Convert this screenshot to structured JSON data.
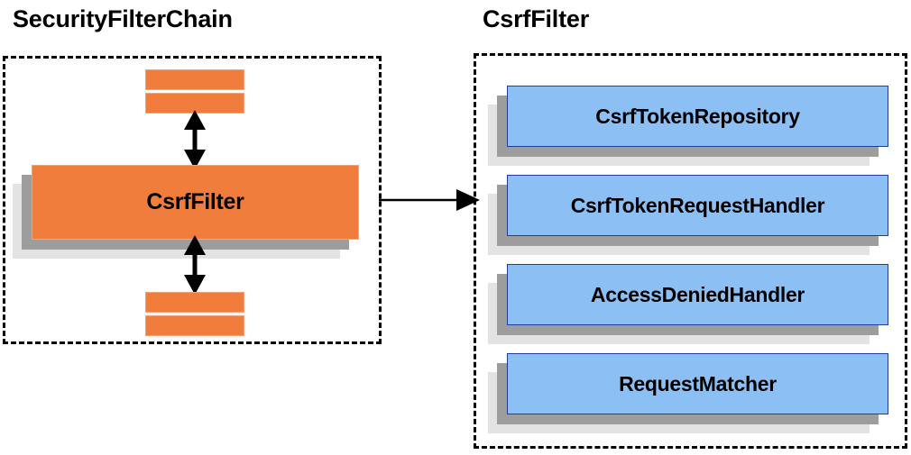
{
  "diagram": {
    "type": "block-diagram",
    "background": "#ffffff",
    "palette": {
      "filter_orange": "#F07D3C",
      "collaborator_blue": "#8CC0F5",
      "shadow_mid": "#9D9D9D",
      "shadow_light": "#E3E3E3",
      "outline_black": "#000000",
      "blue_border": "#1F3F94"
    },
    "panels": [
      {
        "id": "security-filter-chain",
        "title": "SecurityFilterChain",
        "border_style": "dashed",
        "nodes": [
          {
            "id": "bar-top-1",
            "label": "",
            "shape": "bar",
            "color": "#F07D3C"
          },
          {
            "id": "bar-top-2",
            "label": "",
            "shape": "bar",
            "color": "#F07D3C"
          },
          {
            "id": "csrf-filter",
            "label": "CsrfFilter",
            "shape": "block",
            "color": "#F07D3C"
          },
          {
            "id": "bar-bottom-1",
            "label": "",
            "shape": "bar",
            "color": "#F07D3C"
          },
          {
            "id": "bar-bottom-2",
            "label": "",
            "shape": "bar",
            "color": "#F07D3C"
          }
        ]
      },
      {
        "id": "csrf-filter-detail",
        "title": "CsrfFilter",
        "border_style": "dashed",
        "nodes": [
          {
            "id": "csrf-token-repository",
            "label": "CsrfTokenRepository",
            "shape": "block",
            "color": "#8CC0F5"
          },
          {
            "id": "csrf-token-request-handler",
            "label": "CsrfTokenRequestHandler",
            "shape": "block",
            "color": "#8CC0F5"
          },
          {
            "id": "access-denied-handler",
            "label": "AccessDeniedHandler",
            "shape": "block",
            "color": "#8CC0F5"
          },
          {
            "id": "request-matcher",
            "label": "RequestMatcher",
            "shape": "block",
            "color": "#8CC0F5"
          }
        ]
      }
    ],
    "connectors": [
      {
        "id": "arrow-chain-above",
        "from": "bar-top-2",
        "to": "csrf-filter",
        "heads": "both",
        "orientation": "vertical"
      },
      {
        "id": "arrow-chain-below",
        "from": "csrf-filter",
        "to": "bar-bottom-1",
        "heads": "both",
        "orientation": "vertical"
      },
      {
        "id": "arrow-expand",
        "from": "security-filter-chain",
        "to": "csrf-filter-detail",
        "heads": "end",
        "orientation": "horizontal"
      }
    ]
  }
}
